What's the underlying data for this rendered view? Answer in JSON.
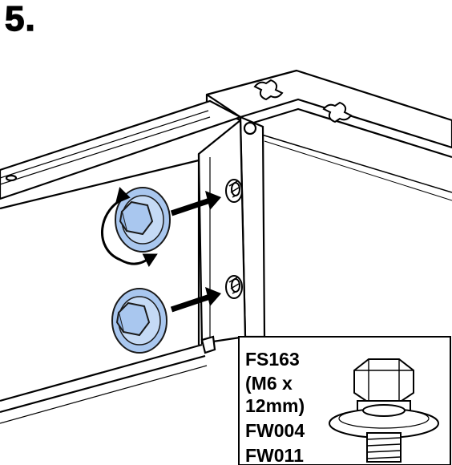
{
  "step": {
    "number": "5."
  },
  "parts_callout": {
    "lines": [
      "FS163",
      "(M6 x",
      "12mm)",
      "FW004",
      "FW011"
    ]
  },
  "colors": {
    "washer_fill": "#a9c7ef",
    "washer_stroke": "#1a1a1a",
    "panel_stroke": "#000000",
    "arrow_fill": "#000000"
  },
  "icons": [
    "bolt-icon",
    "washer-icon",
    "rotation-arrow-icon",
    "insert-arrow-icon"
  ]
}
